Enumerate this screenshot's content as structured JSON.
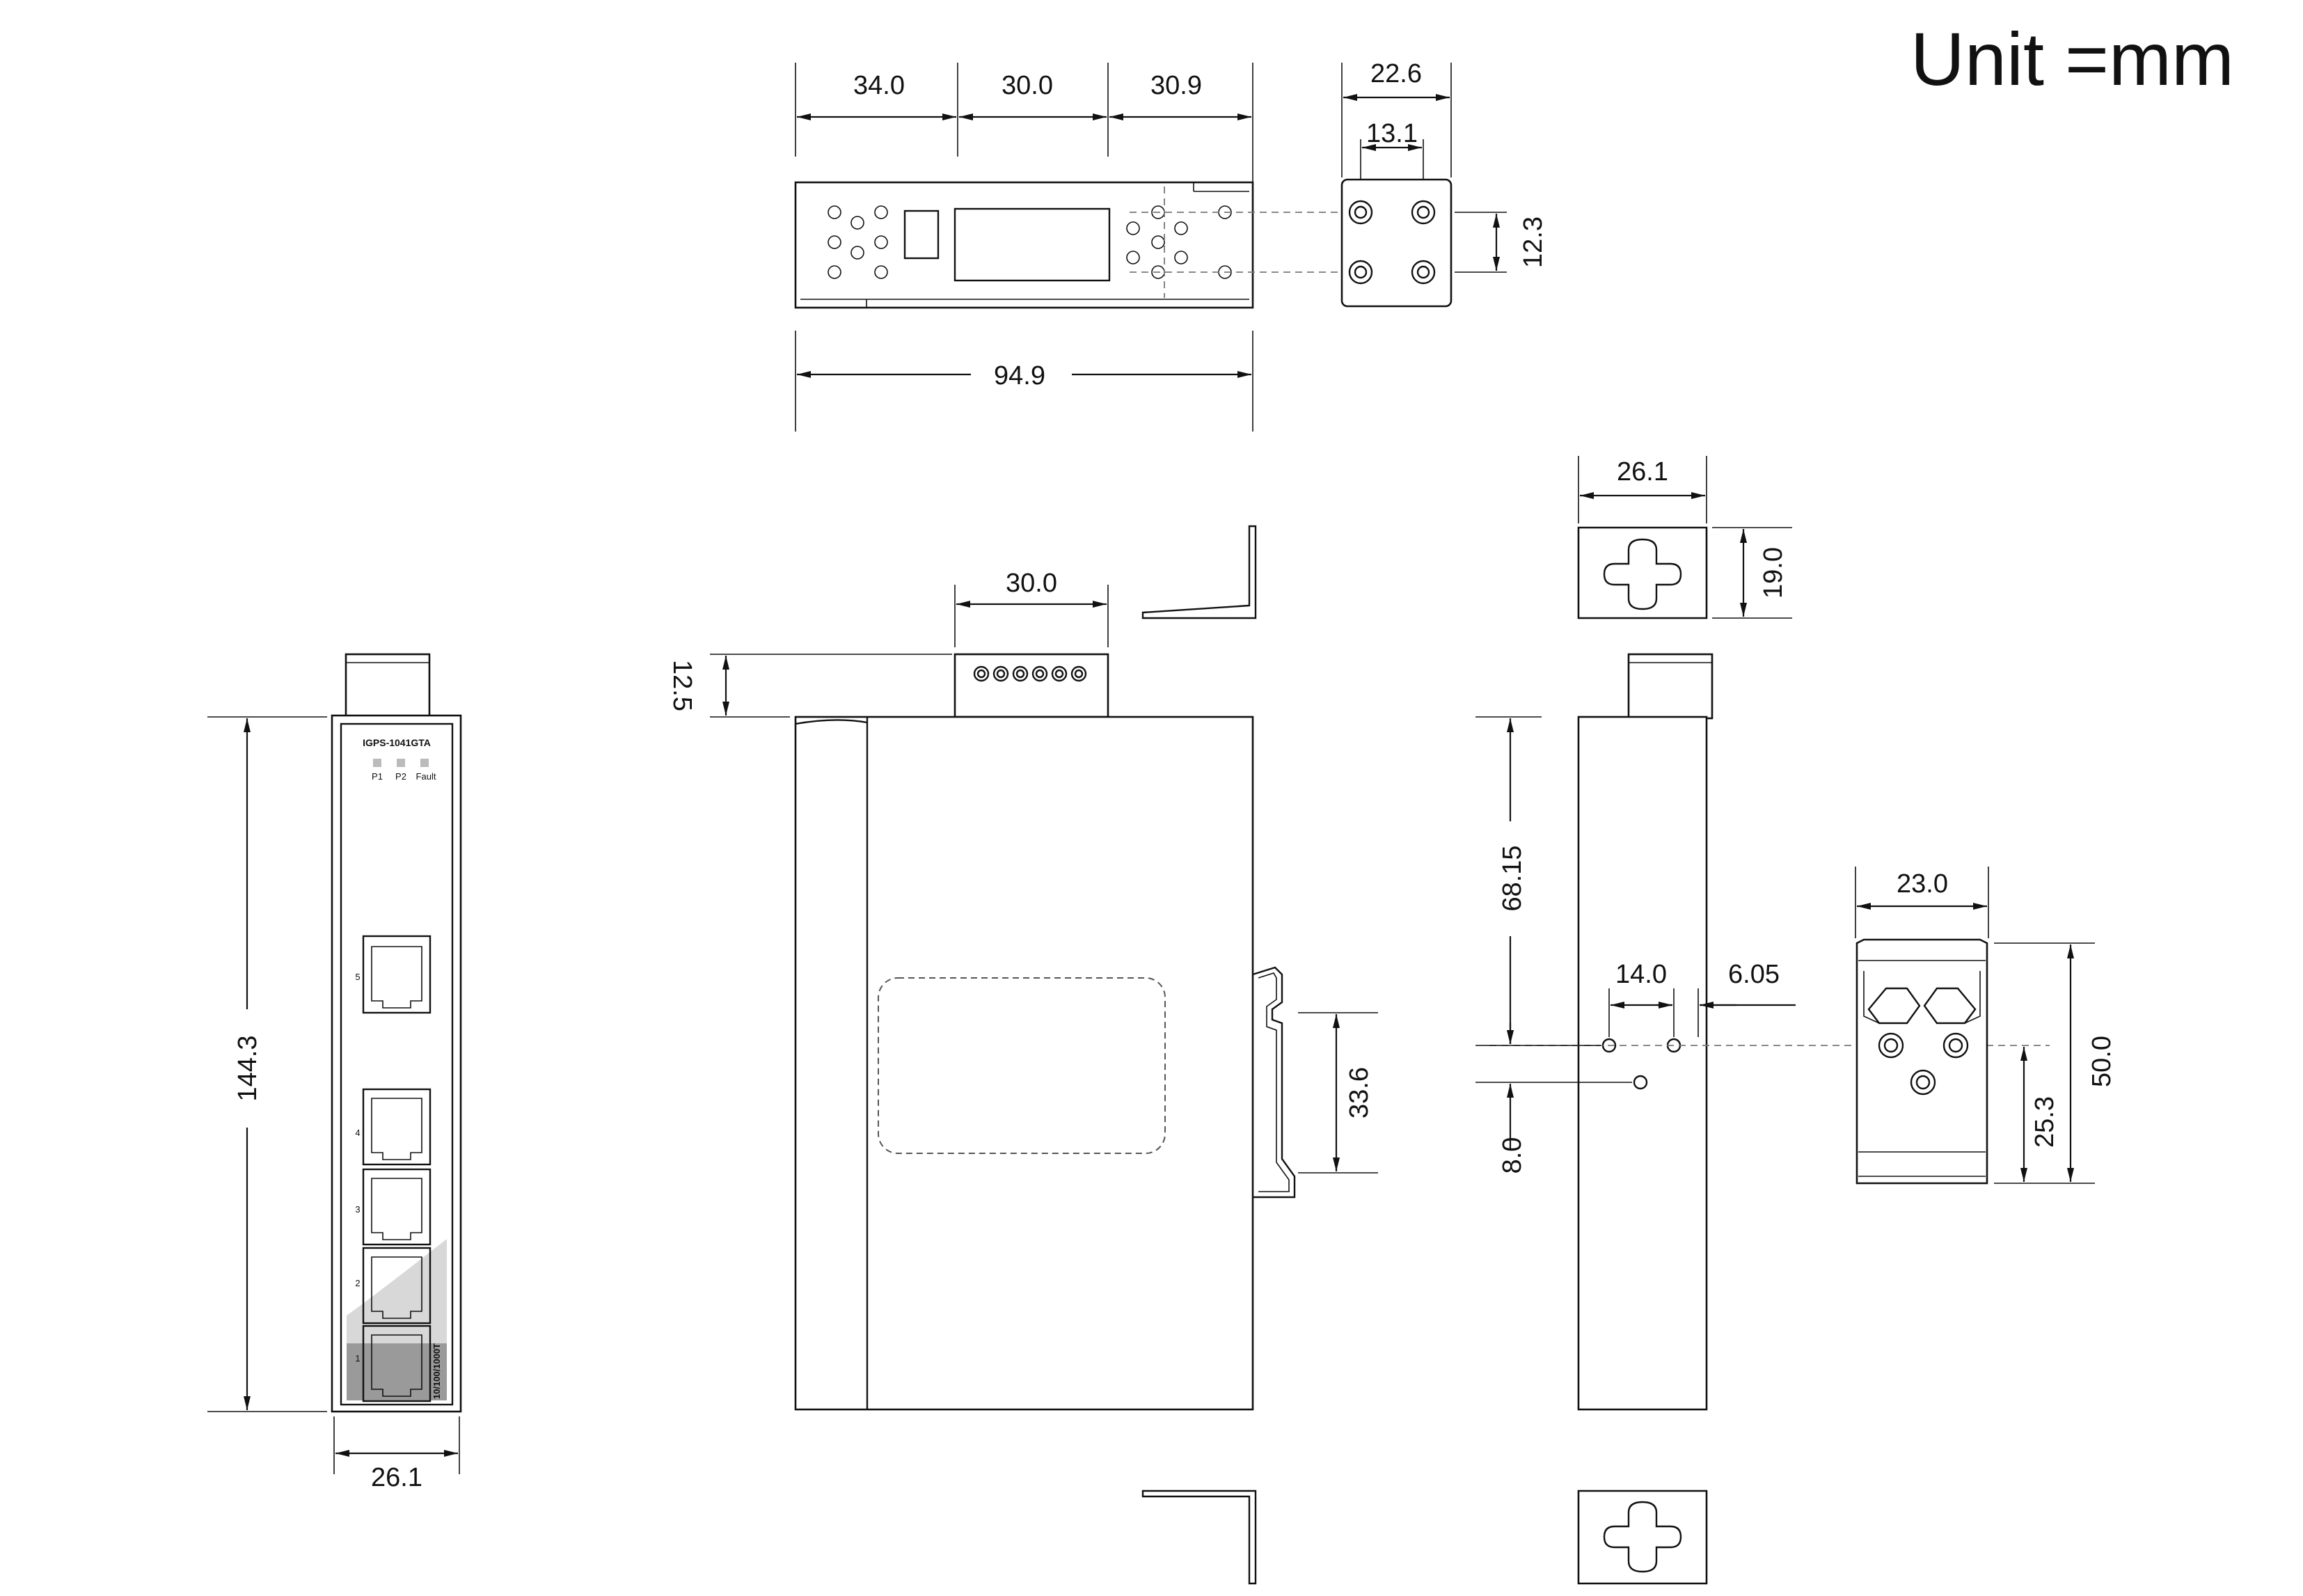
{
  "unit_label": "Unit =mm",
  "device": {
    "model": "IGPS-1041GTA",
    "leds": [
      "P1",
      "P2",
      "Fault"
    ],
    "ports": [
      "5",
      "4",
      "3",
      "2",
      "1"
    ],
    "speed_label": "10/100/1000T"
  },
  "dimensions": {
    "top_seg_1": "34.0",
    "top_seg_2": "30.0",
    "top_seg_3": "30.9",
    "top_total": "94.9",
    "bracket_width": "22.6",
    "bracket_hole_pitch": "13.1",
    "bracket_hole_height": "12.3",
    "front_height": "144.3",
    "front_width": "26.1",
    "terminal_width": "30.0",
    "terminal_height": "12.5",
    "din_clip_height": "33.6",
    "wallmount_width": "26.1",
    "wallmount_height": "19.0",
    "side_upper": "68.15",
    "side_lower": "8.0",
    "hole_pitch": "14.0",
    "hole_offset": "6.05",
    "din_width": "23.0",
    "din_height": "50.0",
    "din_lower": "25.3"
  }
}
